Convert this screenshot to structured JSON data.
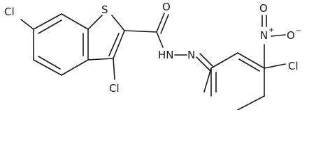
{
  "molecule": {
    "atoms": {
      "cl_left": "Cl",
      "sulfur": "S",
      "oxygen_carbonyl": "O",
      "cl_thiophene": "Cl",
      "hydrazide_nh": "HN",
      "hydrazone_n": "N",
      "nitro_n": "N",
      "nitro_n_charge": "+",
      "nitro_o_top": "O",
      "nitro_o_right": "O",
      "nitro_o_charge": "−",
      "cl_right": "Cl"
    }
  }
}
